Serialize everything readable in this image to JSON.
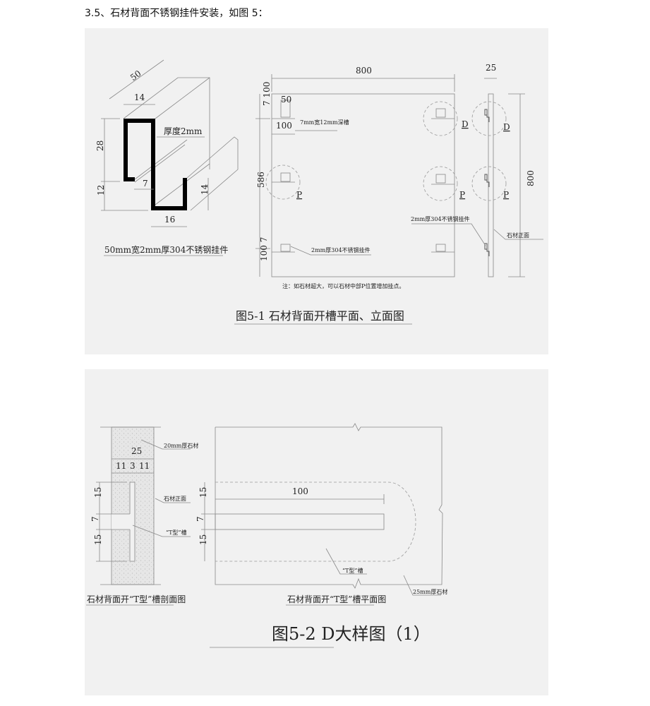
{
  "heading": "3.5、石材背面不锈钢挂件安装，如图 5：",
  "fig1": {
    "hanger": {
      "dim_50": "50",
      "dim_14_top": "14",
      "dim_28": "28",
      "dim_12": "12",
      "dim_7": "7",
      "dim_16": "16",
      "dim_14_right": "14",
      "thickness_label": "厚度2mm",
      "caption": "50mm宽2mm厚304不锈钢挂件"
    },
    "plan": {
      "dim_800": "800",
      "dim_7_100": "7 100",
      "dim_586": "586",
      "dim_100_7": "100 7",
      "dim_50": "50",
      "dim_100": "100",
      "slot_label": "7mm宽12mm深槽",
      "hanger_label": "2mm厚304不锈钢挂件",
      "marker_d": "D",
      "marker_p": "P",
      "note": "注：如石材超大，可以石材中部P位置增加挂点。"
    },
    "elevation": {
      "dim_25": "25",
      "dim_800": "800",
      "hanger_label": "2mm厚304不锈钢挂件",
      "face_label": "石材正面",
      "marker_d": "D",
      "marker_p": "P"
    },
    "title": "图5-1 石材背面开槽平面、立面图"
  },
  "fig2": {
    "section": {
      "dim_25": "25",
      "dim_11a": "11",
      "dim_3": "3",
      "dim_11b": "11",
      "dim_15a": "15",
      "dim_7": "7",
      "dim_15b": "15",
      "stone_label": "20mm厚石材",
      "face_label": "石材正面",
      "slot_label": "“T型”槽",
      "caption": "石材背面开“T型”槽剖面图"
    },
    "plan": {
      "dim_100": "100",
      "dim_15a": "15",
      "dim_7": "7",
      "dim_15b": "15",
      "slot_label": "“T型”槽",
      "stone_label": "25mm厚石材",
      "caption": "石材背面开“T型”槽平面图"
    },
    "title": "图5-2 D大样图（1）"
  }
}
